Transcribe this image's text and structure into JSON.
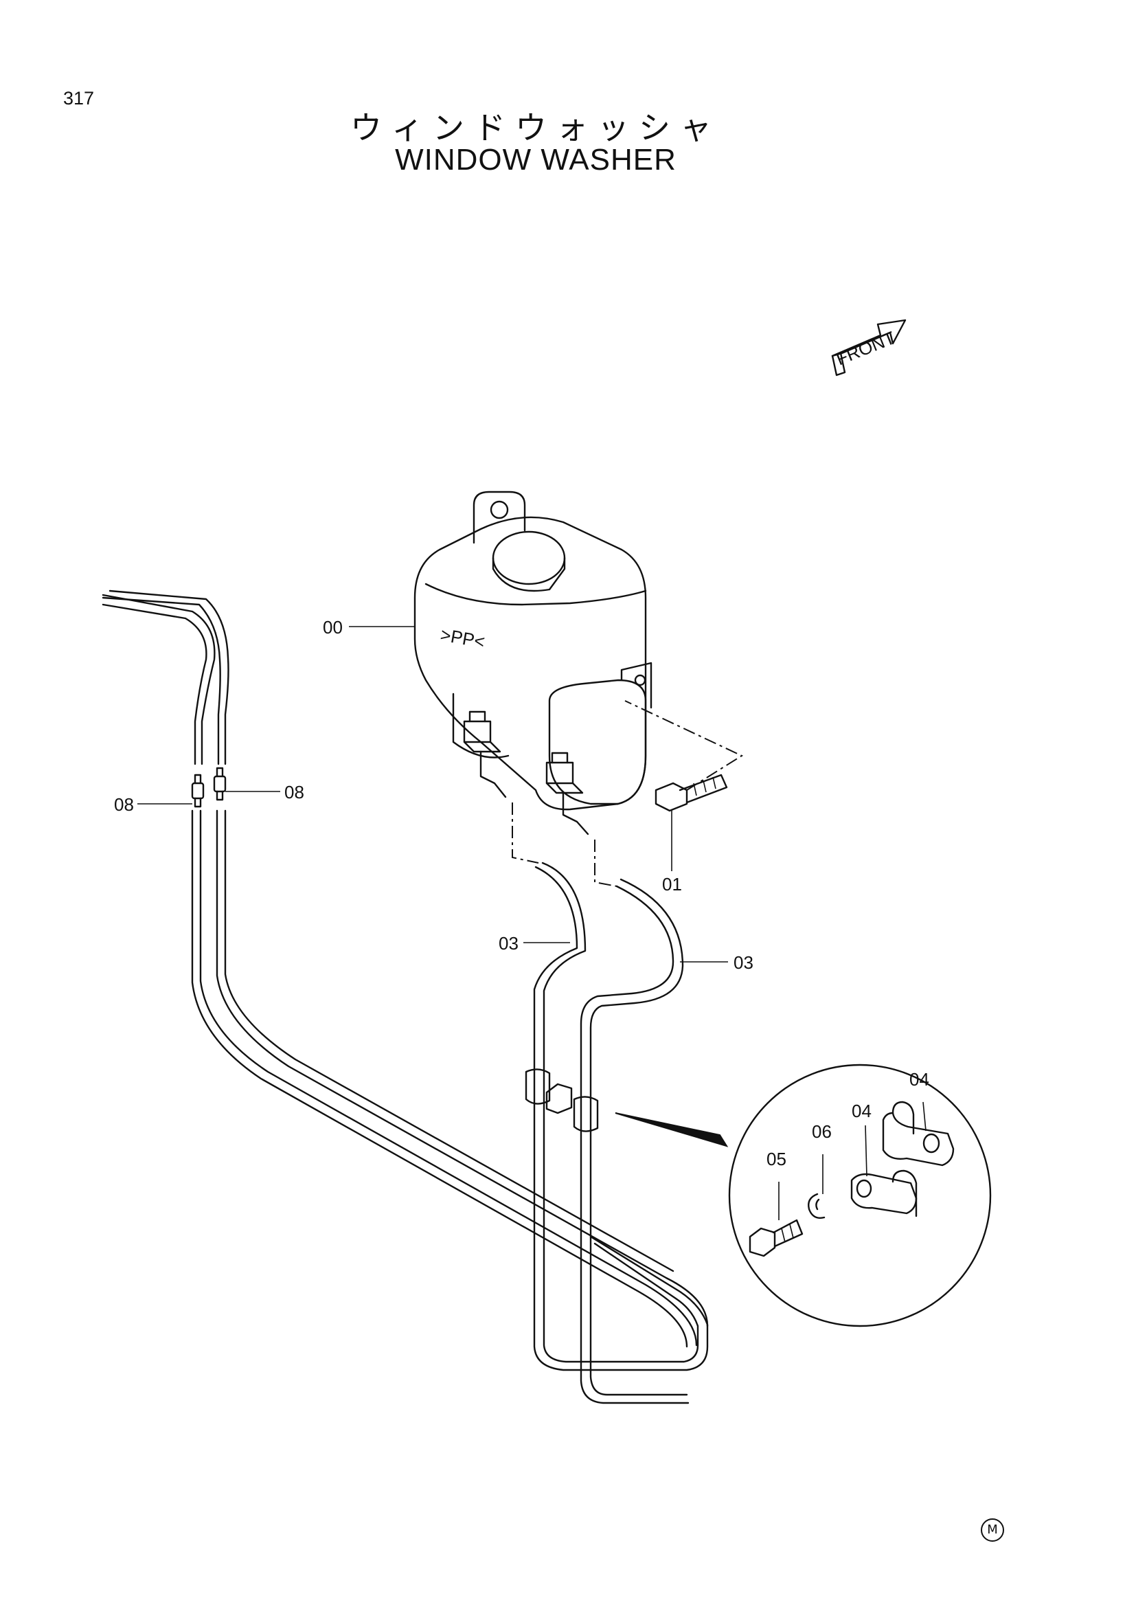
{
  "page_number": "317",
  "title_jp": "ウィンドウォッシャ",
  "title_en": "WINDOW WASHER",
  "front_label": "FRONT",
  "tank_marking": ">PP<",
  "part_labels": {
    "tank": "00",
    "bolt": "01",
    "hose_left": "03",
    "hose_right": "03",
    "clamp_upper": "04",
    "clamp_lower": "04",
    "bolt_small": "05",
    "washer": "06",
    "joint_left": "08",
    "joint_right": "08"
  },
  "footer_mark": "M"
}
